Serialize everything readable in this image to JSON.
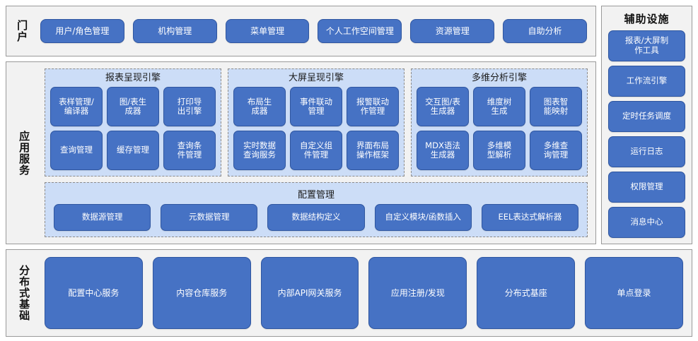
{
  "portal": {
    "band_label": "门户",
    "buttons": [
      "用户/角色管理",
      "机构管理",
      "菜单管理",
      "个人工作空间管理",
      "资源管理",
      "自助分析"
    ]
  },
  "aux": {
    "title": "辅助设施",
    "buttons": [
      "报表/大屏制\n作工具",
      "工作流引擎",
      "定时任务调度",
      "运行日志",
      "权限管理",
      "消息中心"
    ]
  },
  "app_service": {
    "band_label": "应用服务",
    "engines": [
      {
        "title": "报表呈现引擎",
        "buttons": [
          "表样管理/\n编译器",
          "图/表生\n成器",
          "打印导\n出引擎",
          "查询管理",
          "缓存管理",
          "查询条\n件管理"
        ]
      },
      {
        "title": "大屏呈现引擎",
        "buttons": [
          "布局生\n成器",
          "事件联动\n管理",
          "报警联动\n作管理",
          "实时数据\n查询服务",
          "自定义组\n件管理",
          "界面布局\n操作框架"
        ]
      },
      {
        "title": "多维分析引擎",
        "buttons": [
          "交互图/表\n生成器",
          "维度树\n生成",
          "图表智\n能映射",
          "MDX语法\n生成器",
          "多维模\n型解析",
          "多维查\n询管理"
        ]
      }
    ],
    "config": {
      "title": "配置管理",
      "buttons": [
        "数据源管理",
        "元数据管理",
        "数据结构定义",
        "自定义模块/函数插入",
        "EEL表达式解析器"
      ]
    }
  },
  "infrastructure": {
    "band_label": "分布式基础",
    "buttons": [
      "配置中心服务",
      "内容仓库服务",
      "内部API网关服务",
      "应用注册/发现",
      "分布式基座",
      "单点登录"
    ]
  },
  "colors": {
    "button_fill": "#4672C4",
    "button_border": "#2F56A0",
    "group_fill": "#CCDDF7",
    "panel_fill": "#F2F2F2",
    "panel_border": "#9A9A9A",
    "text_on_button": "#FFFFFF"
  }
}
